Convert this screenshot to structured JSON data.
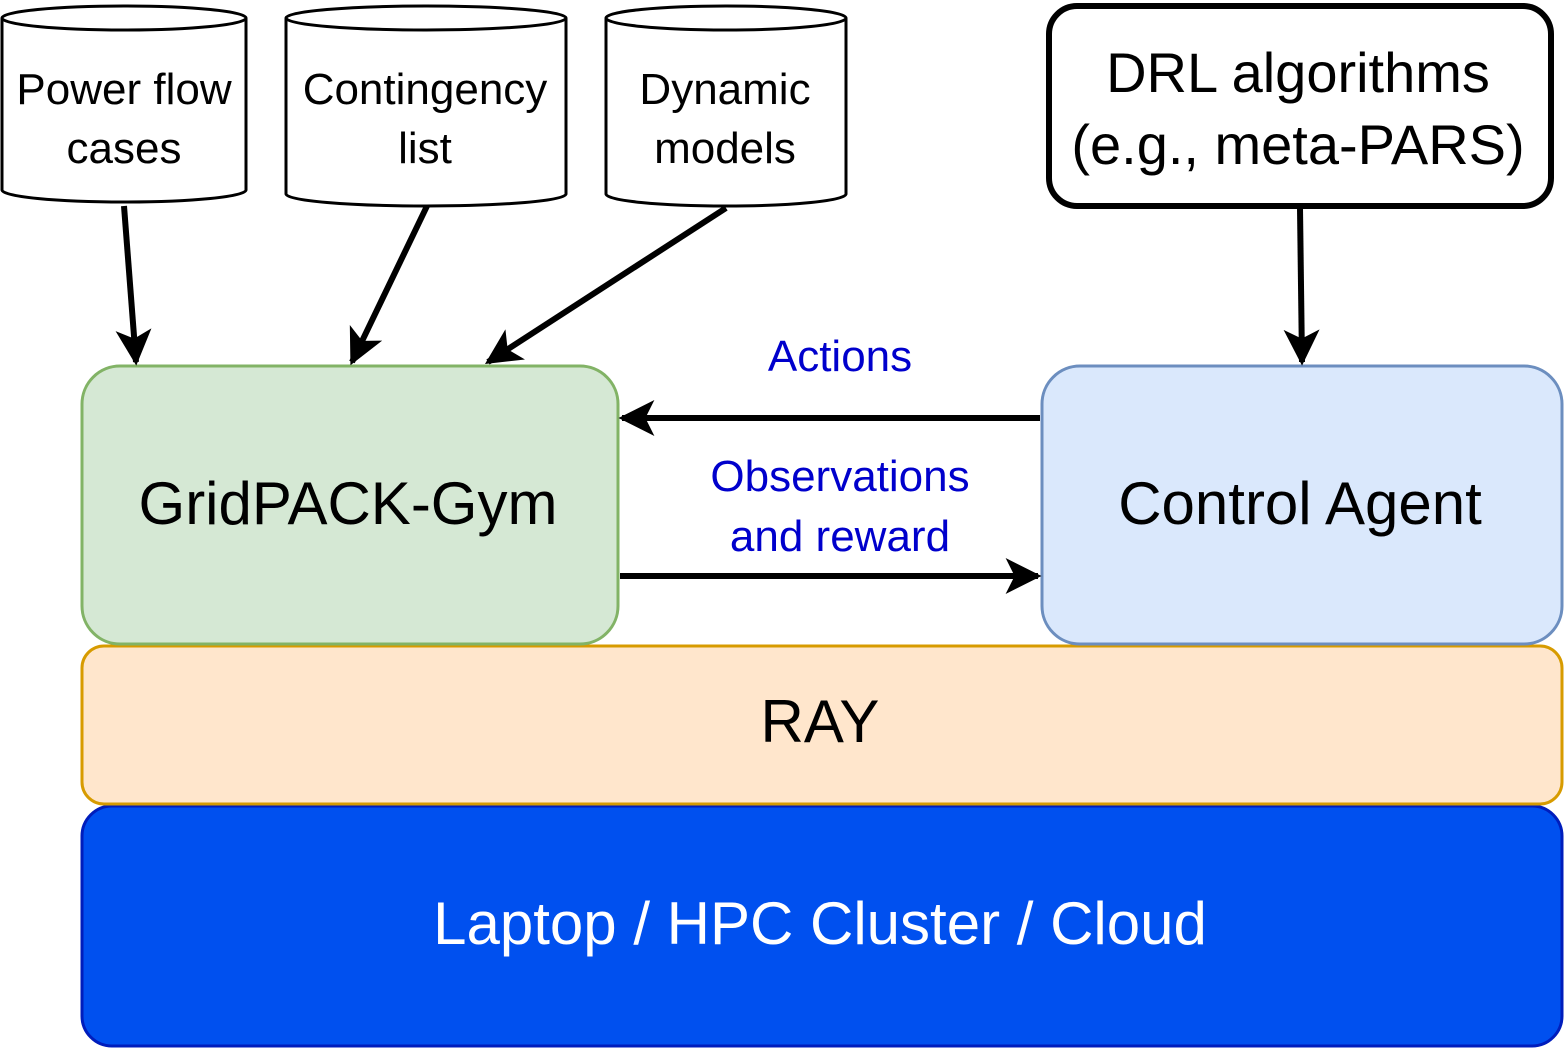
{
  "sources": {
    "power_flow": {
      "line1": "Power flow",
      "line2": "cases"
    },
    "contingency": {
      "line1": "Contingency",
      "line2": "list"
    },
    "dynamic": {
      "line1": "Dynamic",
      "line2": "models"
    }
  },
  "drl": {
    "line1": "DRL algorithms",
    "line2": "(e.g., meta-PARS)"
  },
  "gym": {
    "label": "GridPACK-Gym"
  },
  "agent": {
    "label": "Control Agent"
  },
  "flows": {
    "actions": "Actions",
    "observations_line1": "Observations",
    "observations_line2": "and reward"
  },
  "ray": {
    "label": "RAY"
  },
  "platform": {
    "label": "Laptop / HPC Cluster / Cloud"
  },
  "colors": {
    "gym_fill": "#d5e8d4",
    "gym_stroke": "#82b366",
    "agent_fill": "#dae8fc",
    "agent_stroke": "#6c8ebf",
    "ray_fill": "#ffe6cc",
    "ray_stroke": "#d79b00",
    "platform_fill": "#0050ef",
    "platform_stroke": "#001dbc",
    "flow_text": "#0000cc"
  }
}
